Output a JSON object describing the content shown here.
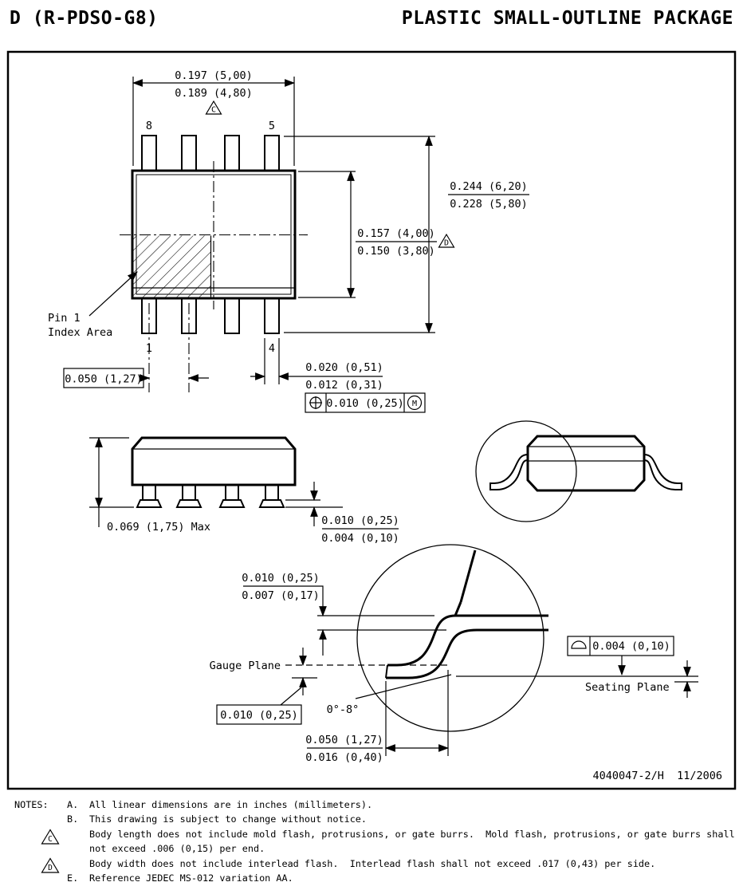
{
  "header": {
    "left_title": "D (R-PDSO-G8)",
    "right_title": "PLASTIC SMALL-OUTLINE PACKAGE"
  },
  "top_view": {
    "pin_labels": {
      "top_left": "8",
      "top_right": "5",
      "bottom_left": "1",
      "bottom_right": "4"
    },
    "index_area": {
      "line1": "Pin 1",
      "line2": "Index Area"
    },
    "dim_body_length": {
      "max": "0.197 (5,00)",
      "min": "0.189 (4,80)",
      "flag": "C"
    },
    "dim_lead_span": {
      "max": "0.244 (6,20)",
      "min": "0.228 (5,80)"
    },
    "dim_body_width": {
      "max": "0.157 (4,00)",
      "min": "0.150 (3,80)",
      "flag": "D"
    },
    "dim_pitch": "0.050 (1,27)",
    "dim_lead_width": {
      "max": "0.020 (0,51)",
      "min": "0.012 (0,31)"
    },
    "position_tolerance": {
      "value": "0.010 (0,25)",
      "modifier": "M"
    }
  },
  "side_view": {
    "dim_height": "0.069 (1,75) Max",
    "dim_standoff": {
      "max": "0.010 (0,25)",
      "min": "0.004 (0,10)"
    }
  },
  "detail_view": {
    "dim_lead_thickness": {
      "max": "0.010 (0,25)",
      "min": "0.007 (0,17)"
    },
    "gauge_plane_label": "Gauge Plane",
    "dim_gauge_to_seating": "0.010 (0,25)",
    "lead_angle": "0°-8°",
    "seating_plane_label": "Seating Plane",
    "dim_seating_flatness": "0.004 (0,10)",
    "dim_foot_length": {
      "max": "0.050 (1,27)",
      "min": "0.016 (0,40)"
    }
  },
  "footer": {
    "doc_ref": "4040047-2/H  11/2006"
  },
  "notes": {
    "title": "NOTES:",
    "a": {
      "label": "A.",
      "text": "All linear dimensions are in inches (millimeters)."
    },
    "b": {
      "label": "B.",
      "text": "This drawing is subject to change without notice."
    },
    "c": {
      "flag": "C",
      "line1": "Body length does not include mold flash, protrusions, or gate burrs.  Mold flash, protrusions, or gate burrs shall",
      "line2": "not exceed .006 (0,15) per end."
    },
    "d": {
      "flag": "D",
      "text": "Body width does not include interlead flash.  Interlead flash shall not exceed .017 (0,43) per side."
    },
    "e": {
      "label": "E.",
      "text": "Reference JEDEC MS-012 variation AA."
    }
  }
}
